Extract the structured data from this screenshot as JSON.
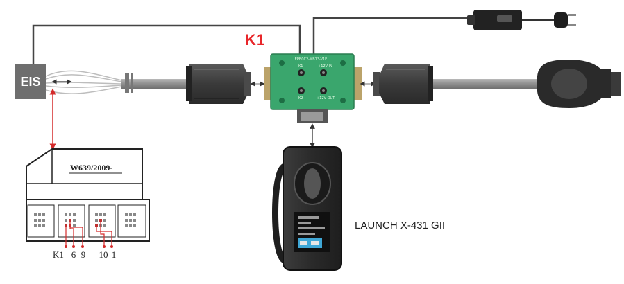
{
  "labels": {
    "k1": "K1",
    "eis": "EIS",
    "model": "W639/2009-",
    "device": "LAUNCH X-431 GII"
  },
  "pins": [
    "K1",
    "6",
    "9",
    "10",
    "1"
  ],
  "board_silkscreen": {
    "top": "EPB0C2-MB13-V1E",
    "k1": "K1",
    "plus12v_in": "+12V-IN",
    "k2": "K2",
    "plus12v_out": "+12V-OUT"
  },
  "colors": {
    "wire": "#444444",
    "red_wire": "#d42a2a",
    "k1_label": "#e8262a",
    "board_green": "#3aa66d",
    "eis_box": "#6e6e6e",
    "device_body": "#2b2b2b",
    "cable_grey": "#9a9a9a"
  },
  "icons": [
    "power-adapter-icon",
    "power-plug-icon",
    "db15-connector-icon",
    "obd-plug-icon"
  ]
}
